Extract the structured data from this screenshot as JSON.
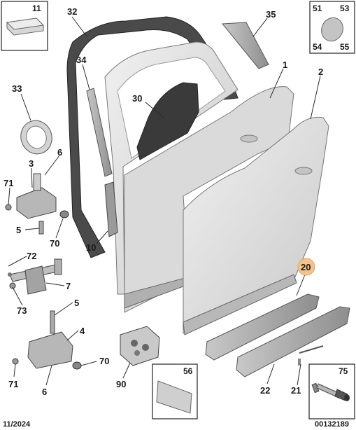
{
  "colors": {
    "panel_light": "#e6e6e6",
    "panel_mid": "#d0d0d0",
    "panel_dark": "#a9a9a9",
    "seal": "#3c3c3c",
    "highlight_badge": "#f2c48a",
    "ink": "#1a1a1a"
  },
  "callouts": {
    "c1": "1",
    "c2": "2",
    "c3": "3",
    "c4": "4",
    "c5a": "5",
    "c5b": "5",
    "c6a": "6",
    "c6b": "6",
    "c7": "7",
    "c10": "10",
    "c20": "20",
    "c21": "21",
    "c22": "22",
    "c30": "30",
    "c32": "32",
    "c33": "33",
    "c34": "34",
    "c35": "35",
    "c70a": "70",
    "c70b": "70",
    "c71a": "71",
    "c71b": "71",
    "c72": "72",
    "c73": "73",
    "c90": "90"
  },
  "insets": {
    "i11": "11",
    "i51": "51",
    "i53": "53",
    "i54": "54",
    "i55": "55",
    "i56": "56",
    "i75": "75"
  },
  "footer": {
    "date": "11/2024",
    "ref": "00132189"
  }
}
